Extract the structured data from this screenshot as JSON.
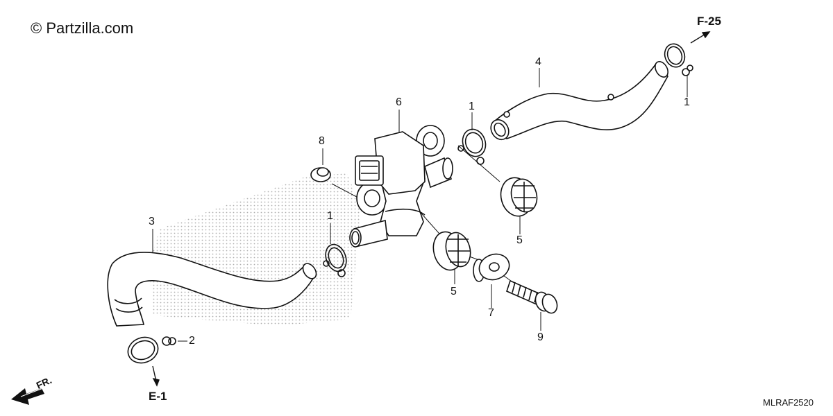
{
  "watermark": "© Partzilla.com",
  "diagram_code": "MLRAF2520",
  "references": {
    "top_right": "F-25",
    "bottom_left": "E-1",
    "front": "FR."
  },
  "callouts": {
    "c1a": "1",
    "c1b": "1",
    "c1c": "1",
    "c2": "2",
    "c3": "3",
    "c4": "4",
    "c5a": "5",
    "c5b": "5",
    "c6": "6",
    "c7": "7",
    "c8": "8",
    "c9": "9"
  },
  "colors": {
    "ink": "#111111",
    "shade": "#bdbdbd",
    "paper": "#ffffff"
  }
}
